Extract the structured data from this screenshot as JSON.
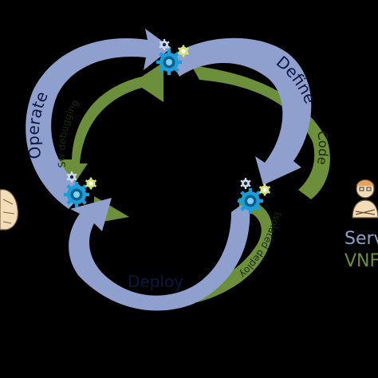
{
  "cycle": {
    "phases": {
      "operate": "Operate",
      "define": "Define",
      "deploy": "Deploy"
    },
    "inner_steps": {
      "sw_debugging": "Sw debugging",
      "code": "Code",
      "isolated_deploy": "Isolated deploy"
    }
  },
  "side_labels": {
    "service": "Serv",
    "vnf": "VNF"
  },
  "icons": {
    "gears": "gear-cluster-icon",
    "left_person": "person-icon",
    "right_person": "developer-person-icon"
  },
  "colors": {
    "background": "#000000",
    "outer_arrow": "#8fa0cf",
    "inner_arrow": "#6b8f3a",
    "gear_large": "#1a9dd8",
    "gear_small": "#d9e27a",
    "service_text": "#8fa0cf",
    "vnf_text": "#6b8f3a"
  }
}
